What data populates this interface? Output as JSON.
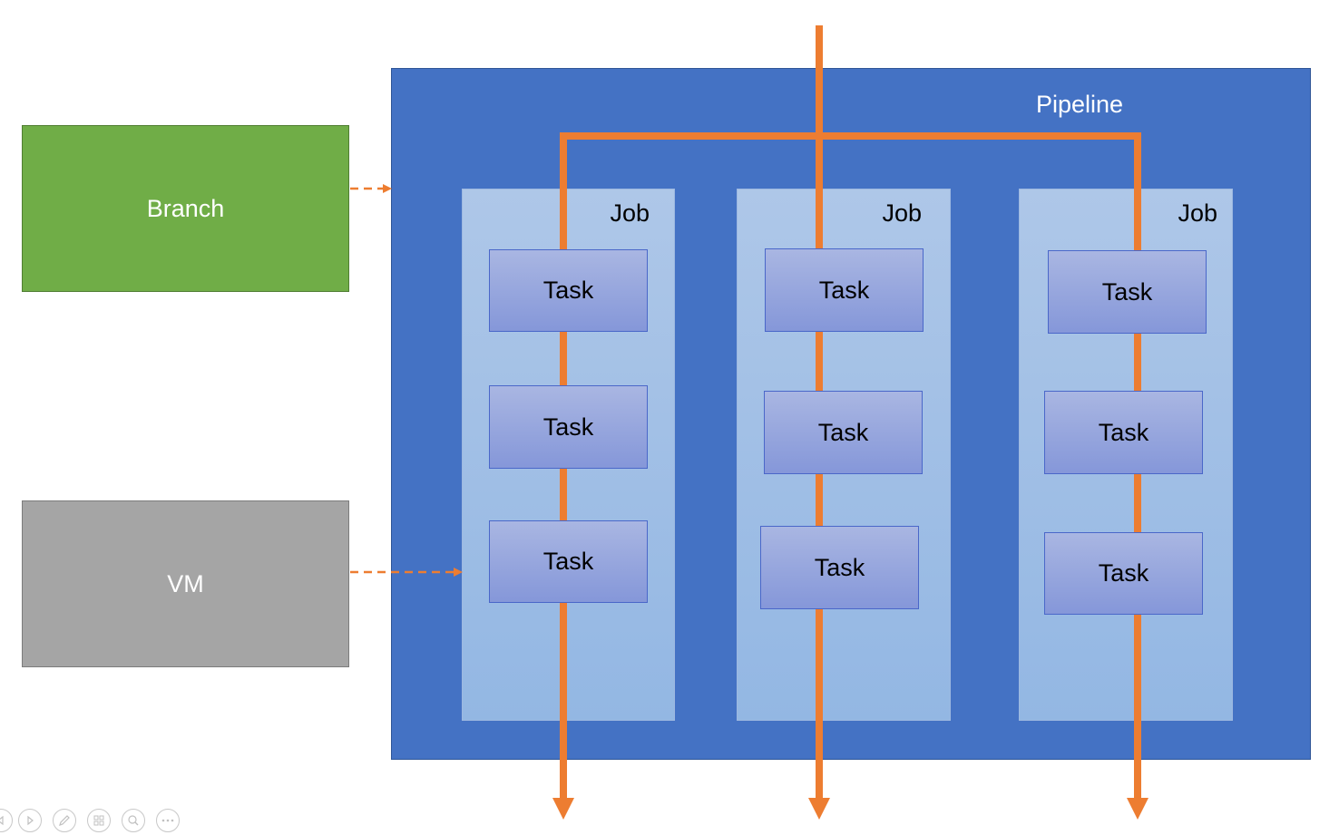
{
  "pipeline": {
    "label": "Pipeline"
  },
  "jobs": [
    {
      "label": "Job",
      "tasks": [
        "Task",
        "Task",
        "Task"
      ]
    },
    {
      "label": "Job",
      "tasks": [
        "Task",
        "Task",
        "Task"
      ]
    },
    {
      "label": "Job",
      "tasks": [
        "Task",
        "Task",
        "Task"
      ]
    }
  ],
  "branch": {
    "label": "Branch"
  },
  "vm": {
    "label": "VM"
  },
  "colors": {
    "pipeline": "#4472c4",
    "job": "#aec7e8",
    "task": "#8fa2dc",
    "flow": "#ed7d31",
    "branch": "#70ad47",
    "vm": "#a5a5a5"
  },
  "toolbar": {
    "icons": [
      "back-icon",
      "play-icon",
      "pen-icon",
      "slides-icon",
      "zoom-icon",
      "more-icon"
    ]
  }
}
